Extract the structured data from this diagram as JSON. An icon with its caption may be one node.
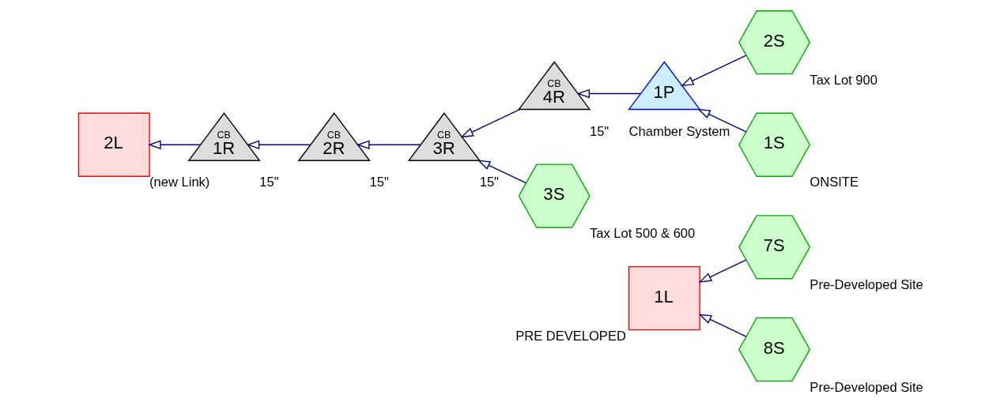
{
  "diagram": {
    "nodes": [
      {
        "text": [
          "7S"
        ],
        "beside": [
          "Pre-Developed Site"
        ]
      },
      {
        "text": [
          "8S"
        ],
        "beside": [
          "Pre-Developed Site"
        ]
      },
      {
        "text": [
          "1L"
        ],
        "beside": [
          "PRE DEVELOPED"
        ]
      },
      {
        "text": [
          "2S"
        ],
        "beside": [
          "Tax Lot 900"
        ]
      },
      {
        "text": [
          "1P"
        ],
        "beside": [
          "Chamber System"
        ]
      },
      {
        "text": [
          "1S"
        ],
        "beside": [
          "ONSITE"
        ]
      },
      {
        "text": [
          "CB",
          "4R"
        ],
        "beside": [
          "15\""
        ]
      },
      {
        "text": [
          "CB",
          "3R"
        ],
        "beside": [
          "15\""
        ]
      },
      {
        "text": [
          "CB",
          "2R"
        ],
        "beside": [
          "15\""
        ]
      },
      {
        "text": [
          "CB",
          "1R"
        ],
        "beside": [
          "15\""
        ]
      },
      {
        "text": [
          "2L"
        ],
        "beside": [
          "(new Link)"
        ]
      },
      {
        "text": [
          "3S"
        ],
        "beside": [
          "Tax Lot 500 & 600"
        ]
      }
    ],
    "edges": [
      {
        "from": 0,
        "to": 2,
        "arrow": "to"
      },
      {
        "from": 1,
        "to": 2,
        "arrow": "to"
      },
      {
        "from": 3,
        "to": 4,
        "arrow": "to"
      },
      {
        "from": 5,
        "to": 4,
        "arrow": "to"
      },
      {
        "from": 4,
        "to": 6,
        "arrow": "to"
      },
      {
        "from": 6,
        "to": 7,
        "arrow": "to"
      },
      {
        "from": 11,
        "to": 7,
        "arrow": "to"
      },
      {
        "from": 7,
        "to": 8,
        "arrow": "to"
      },
      {
        "from": 8,
        "to": 9,
        "arrow": "to"
      },
      {
        "from": 9,
        "to": 10,
        "arrow": "to"
      }
    ]
  }
}
